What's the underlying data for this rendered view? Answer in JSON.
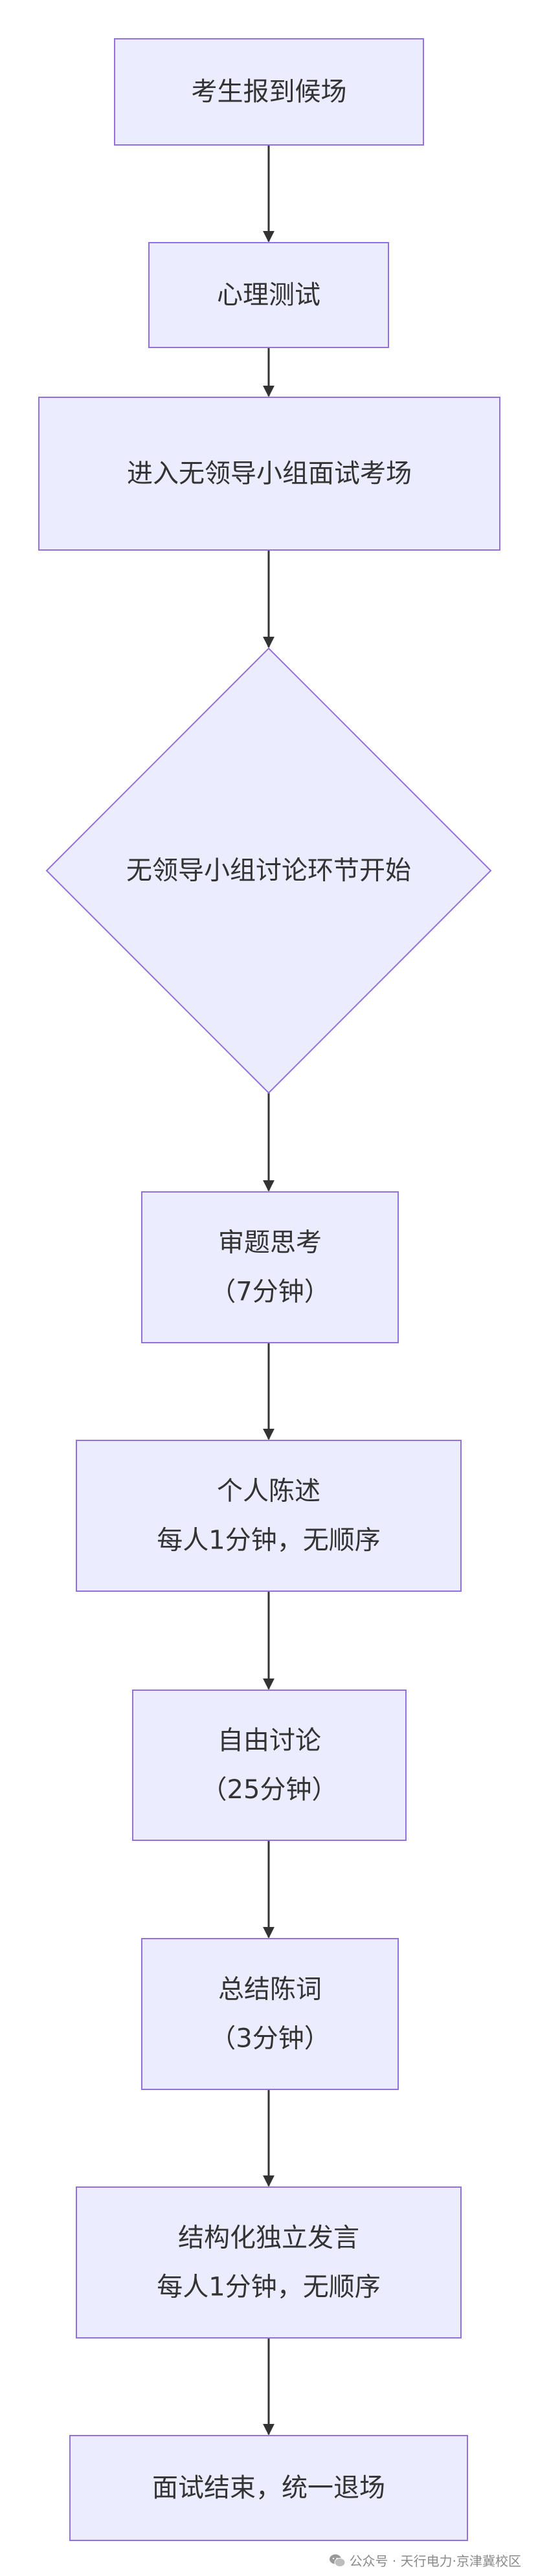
{
  "colors": {
    "node_fill": "#ECECFF",
    "node_stroke": "#9370DB",
    "edge": "#333333",
    "text": "#333333"
  },
  "nodes": {
    "checkin": [
      "考生报到候场"
    ],
    "psych_test": [
      "心理测试"
    ],
    "enter_room": [
      "进入无领导小组面试考场"
    ],
    "lgd_start": [
      "无领导小组讨论环节开始"
    ],
    "review": [
      "审题思考",
      "（7分钟）"
    ],
    "statement": [
      "个人陈述",
      "每人1分钟，无顺序"
    ],
    "free_discussion": [
      "自由讨论",
      "（25分钟）"
    ],
    "summary": [
      "总结陈词",
      "（3分钟）"
    ],
    "structured_speech": [
      "结构化独立发言",
      "每人1分钟，无顺序"
    ],
    "end": [
      "面试结束，统一退场"
    ]
  },
  "footer": {
    "icon": "wechat-icon",
    "text": "公众号 · 天行电力·京津冀校区"
  }
}
